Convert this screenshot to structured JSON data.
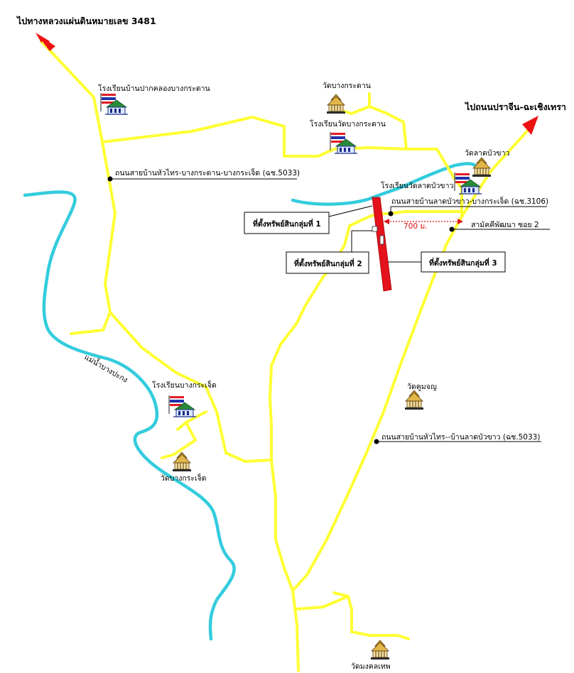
{
  "directions": {
    "northwest": "ไปทางหลวงแผ่นดินหมายเลข 3481",
    "northeast": "ไปถนนปราจีน-ฉะเชิงเทรา"
  },
  "schools": {
    "pak_khlong": "โรงเรียนบ้านปากคลองบางกระดาน",
    "wat_bang_kradan": "โรงเรียนวัดบางกระดาน",
    "wat_lat_bua_khao": "โรงเรียนวัดลาดบัวขาว",
    "bang_krachet": "โรงเรียนบางกระเจ็ด"
  },
  "temples": {
    "bang_kradan": "วัดบางกระดาน",
    "lat_bua_khao": "วัดลาดบัวขาว",
    "khum_chon": "วัดคูมจญ",
    "bang_krachet": "วัดบางกระเจ็ด",
    "mongkhon_thep": "วัดมงคลเทพ"
  },
  "roads": {
    "road_5033_north": "ถนนสายบ้านหัวไทร-บางกระดาน-บางกระเจ็ด (ฉช.5033)",
    "road_3106": "ถนนสายบ้านลาดบัวขาว-บางกระเจ็ด (ฉช.3106)",
    "soi_2": "สามัคคีพัฒนา ซอย 2",
    "road_5033_south": "ถนนสายบ้านหัวไทร--บ้านลาดบัวขาว (ฉช.5033)"
  },
  "river": "แม่น้ำบางปะกง",
  "distance": "700 ม.",
  "property_groups": {
    "group1": "ที่ตั้งทรัพย์สินกลุ่มที่ 1",
    "group2": "ที่ตั้งทรัพย์สินกลุ่มที่ 2",
    "group3": "ที่ตั้งทรัพย์สินกลุ่มที่ 3"
  },
  "colors": {
    "road": "#ffff33",
    "river": "#33ccdd",
    "property": "#e3121b",
    "arrow": "#ee1111"
  },
  "icons": [
    "school-flag-icon",
    "temple-icon",
    "direction-arrow-icon",
    "location-dot-icon"
  ]
}
